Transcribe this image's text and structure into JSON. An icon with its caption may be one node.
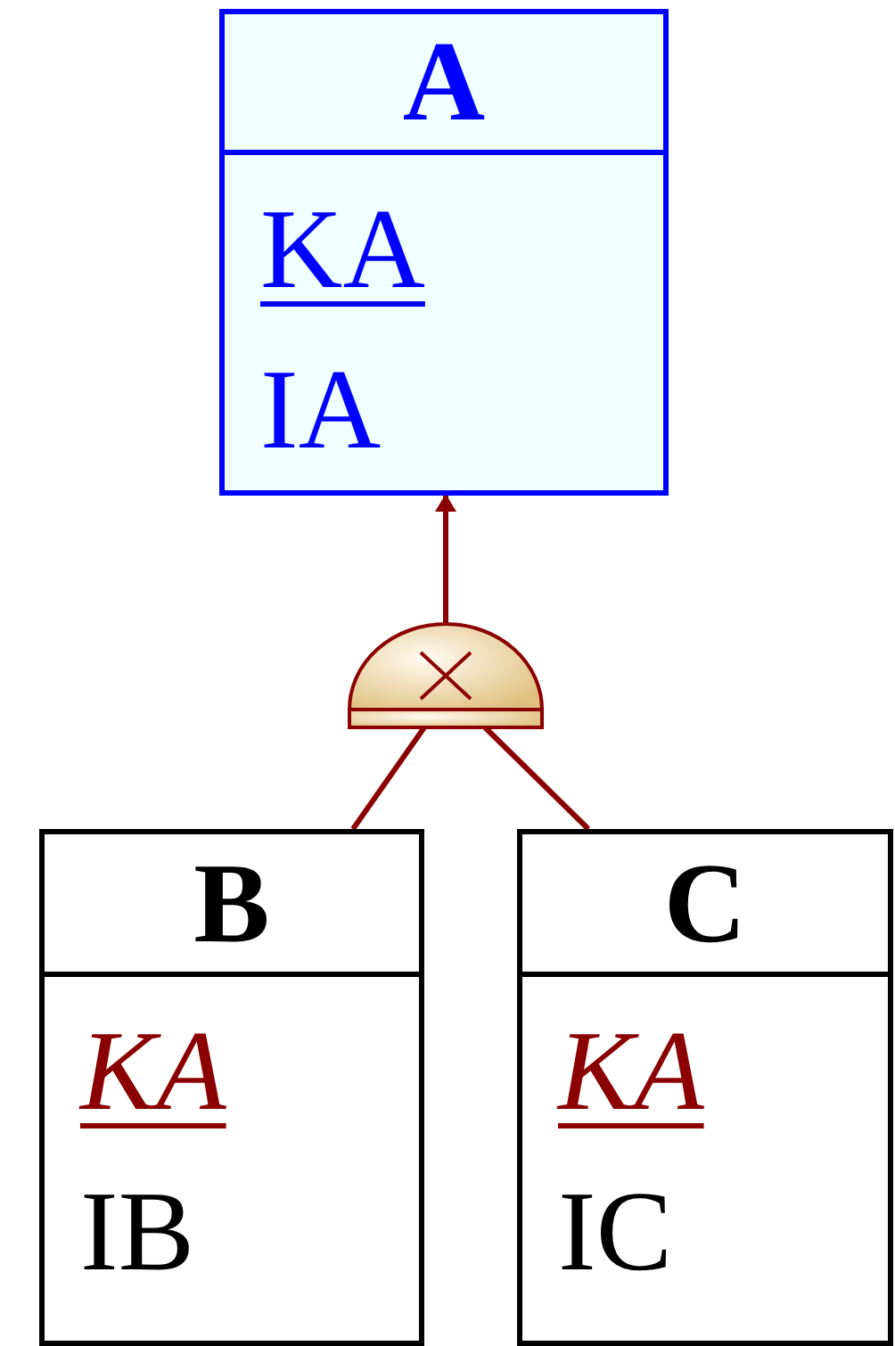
{
  "diagram": {
    "nodes": [
      {
        "text": [
          "A",
          "KA",
          "IA"
        ]
      },
      {
        "text": [
          "B",
          "KA",
          "IB"
        ]
      },
      {
        "text": [
          "C",
          "KA",
          "IC"
        ]
      },
      {
        "text": [],
        "shape": "semicircle"
      }
    ],
    "edges": [
      {
        "from": 3,
        "to": 0,
        "arrow": "to"
      },
      {
        "from": 1,
        "to": 3,
        "arrow": "none"
      },
      {
        "from": 2,
        "to": 3,
        "arrow": "none"
      }
    ]
  }
}
